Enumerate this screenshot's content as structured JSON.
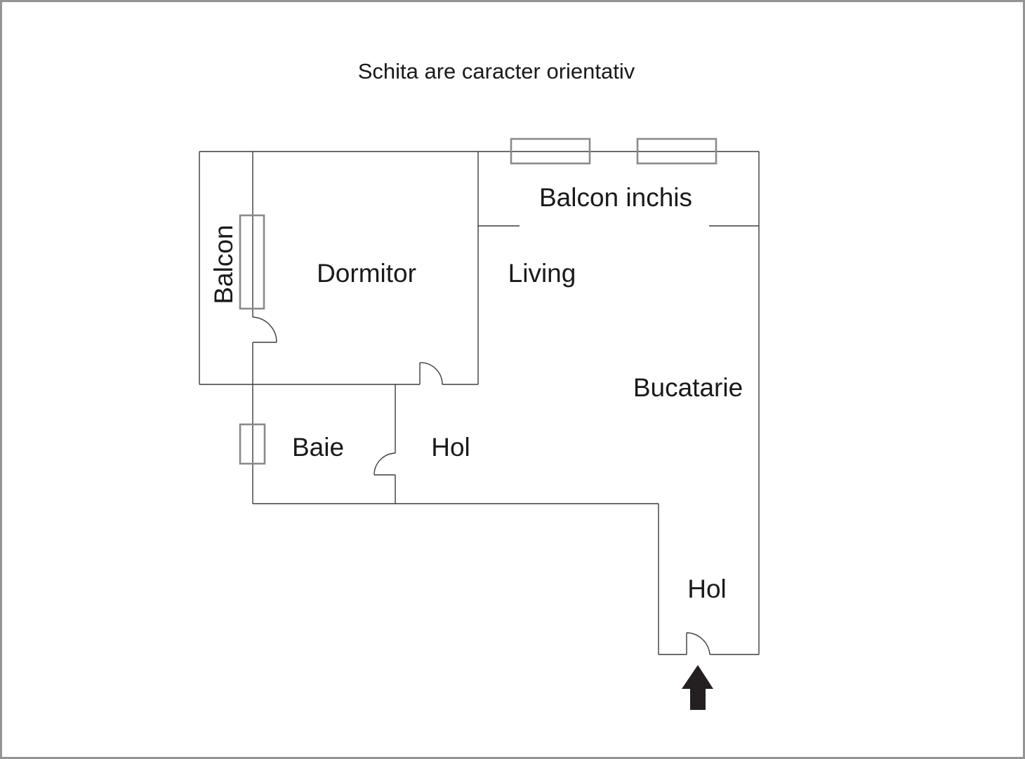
{
  "title": "Schita are caracter orientativ",
  "rooms": {
    "balcon": {
      "label": "Balcon"
    },
    "dormitor": {
      "label": "Dormitor"
    },
    "living": {
      "label": "Living"
    },
    "balcon_inchis": {
      "label": "Balcon inchis"
    },
    "bucatarie": {
      "label": "Bucatarie"
    },
    "baie": {
      "label": "Baie"
    },
    "hol": {
      "label": "Hol"
    },
    "hol_entrance": {
      "label": "Hol"
    }
  },
  "icons": {
    "entrance_arrow": "arrow-up-entrance"
  },
  "colors": {
    "wall": "#3c3c3c",
    "window": "#8a8a8a",
    "arrow": "#242021",
    "text": "#1a1a1a"
  }
}
